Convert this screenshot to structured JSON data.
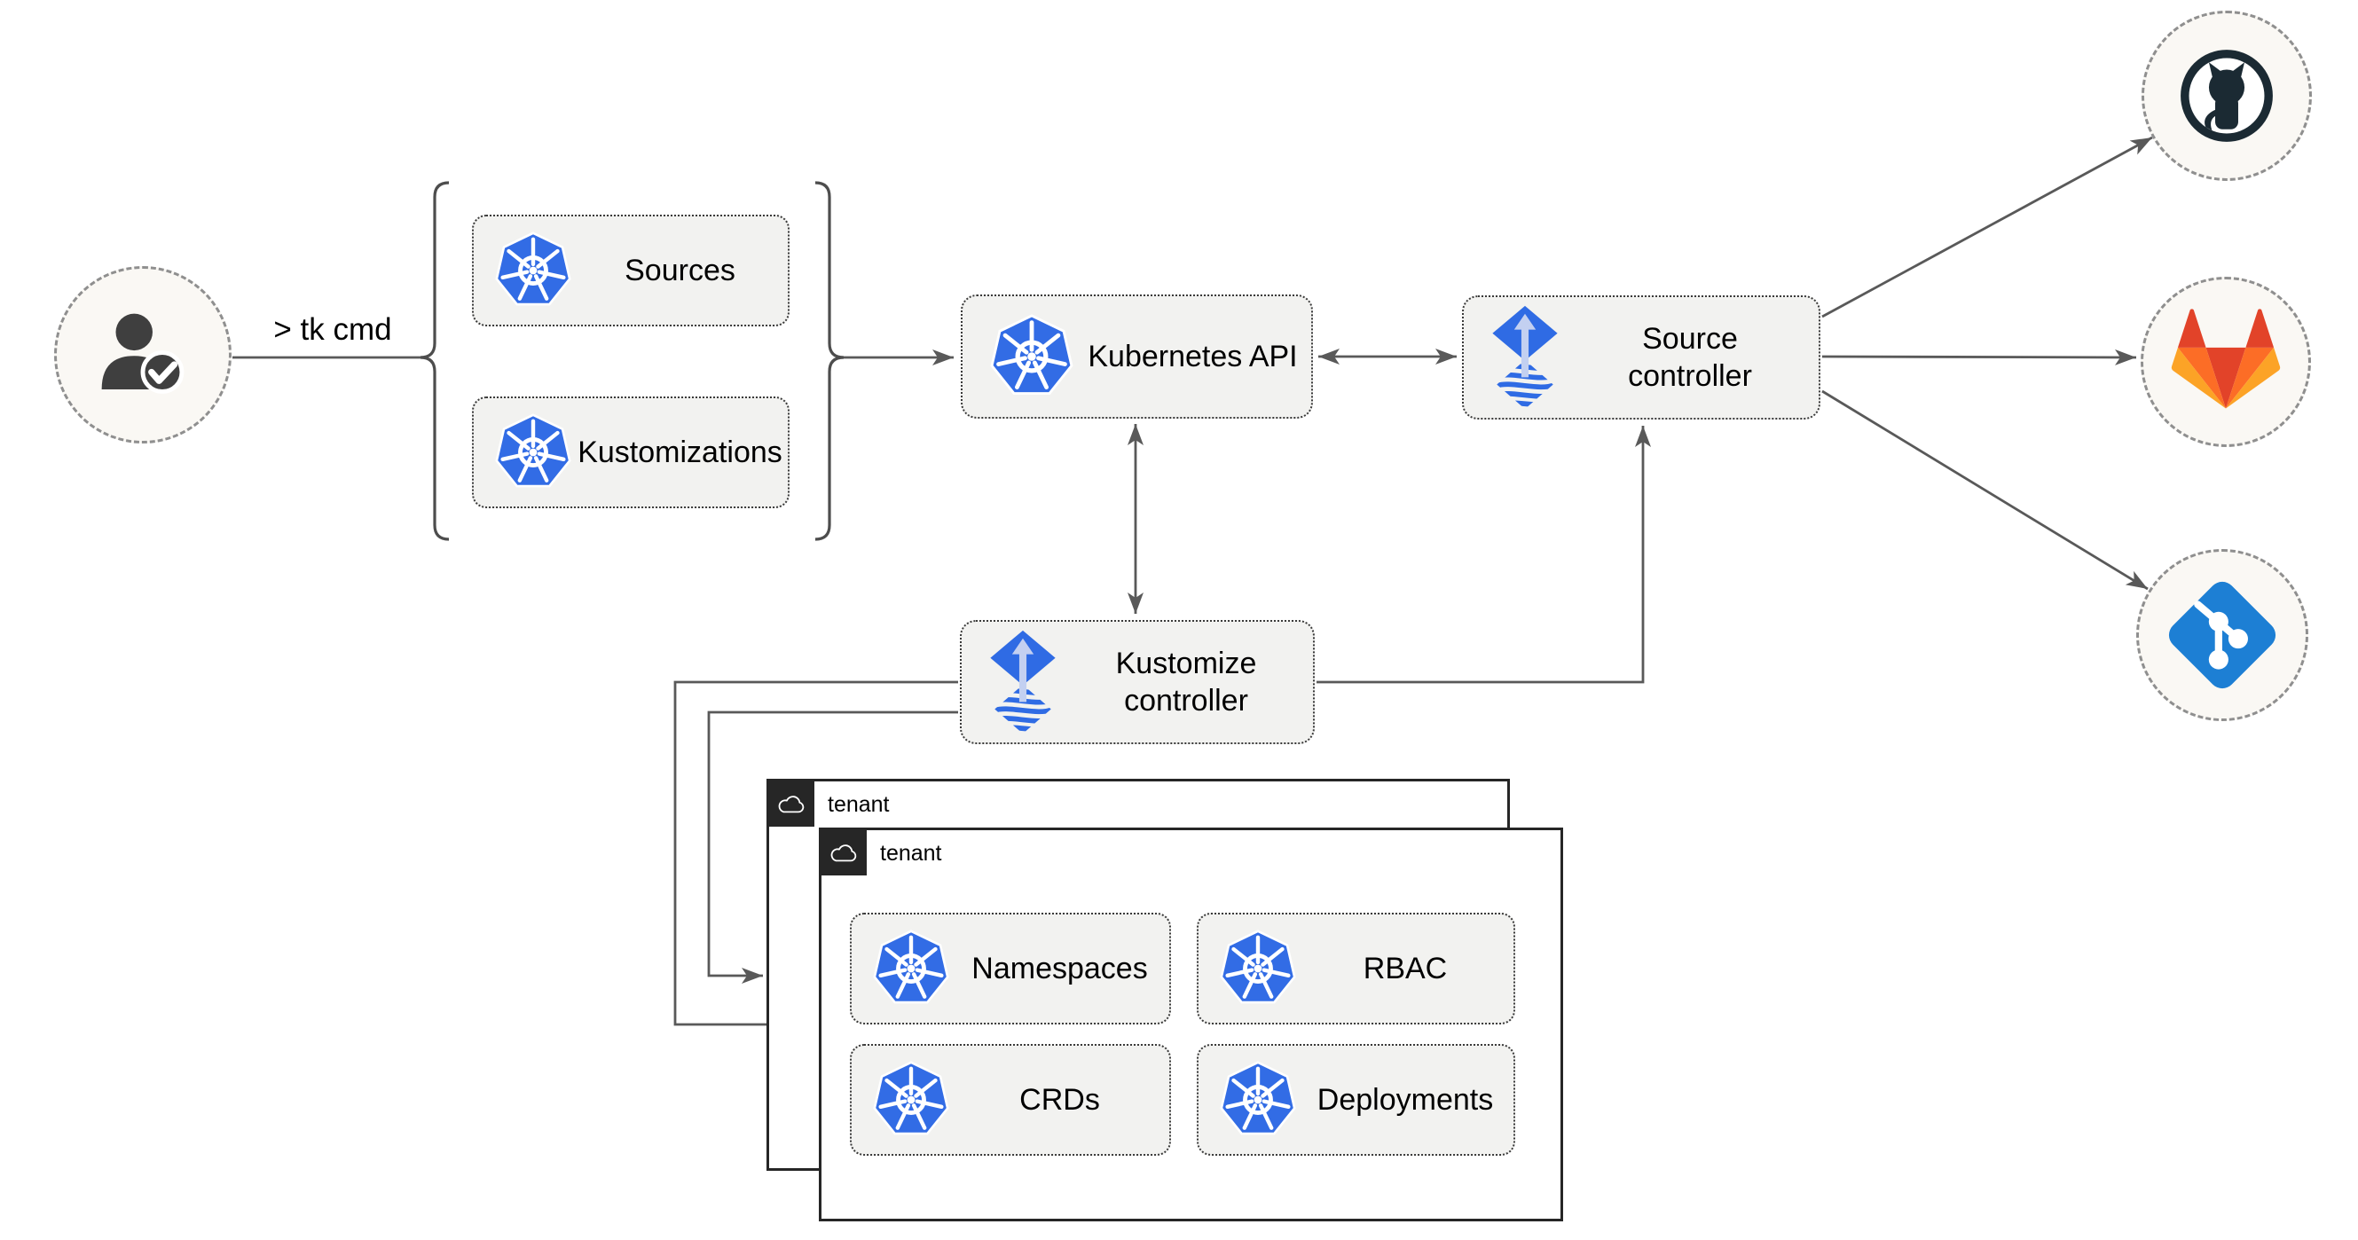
{
  "diagram": {
    "cli_label": "> tk cmd",
    "nodes": {
      "sources": {
        "label": "Sources"
      },
      "kustomizations": {
        "label": "Kustomizations"
      },
      "kubernetes_api": {
        "label": "Kubernetes API"
      },
      "source_controller": {
        "label": "Source controller"
      },
      "kustomize_controller": {
        "label": "Kustomize controller"
      },
      "namespaces": {
        "label": "Namespaces"
      },
      "rbac": {
        "label": "RBAC"
      },
      "crds": {
        "label": "CRDs"
      },
      "deployments": {
        "label": "Deployments"
      }
    },
    "containers": {
      "tenant_back": {
        "label": "tenant"
      },
      "tenant_front": {
        "label": "tenant"
      }
    },
    "targets": [
      {
        "name": "github",
        "icon": "github-icon"
      },
      {
        "name": "gitlab",
        "icon": "gitlab-icon"
      },
      {
        "name": "git",
        "icon": "git-icon"
      }
    ],
    "icons": {
      "user-check-icon": "person with checkmark badge",
      "kubernetes-icon": "blue heptagon with white helm wheel",
      "flux-icon": "blue diamond with up arrow over wavy-stripe diamond",
      "cloud-icon": "white outline cloud on dark square badge",
      "github-icon": "octocat in ring",
      "gitlab-icon": "tanuki fox head",
      "git-icon": "blue rotated square with branch nodes"
    },
    "colors": {
      "kubernetes_blue": "#326ce5",
      "flux_blue": "#2f6be4",
      "flux_arrow_light": "#c3d0f1",
      "git_blue": "#1d7fd4",
      "github_dark": "#1b2a33",
      "gitlab_red": "#e24329",
      "gitlab_orange": "#fc6d26",
      "gitlab_light_orange": "#fca326",
      "line_gray": "#595959",
      "box_fill": "#f2f2f0",
      "tenant_dark": "#262626",
      "circle_fill": "#faf8f4"
    }
  }
}
